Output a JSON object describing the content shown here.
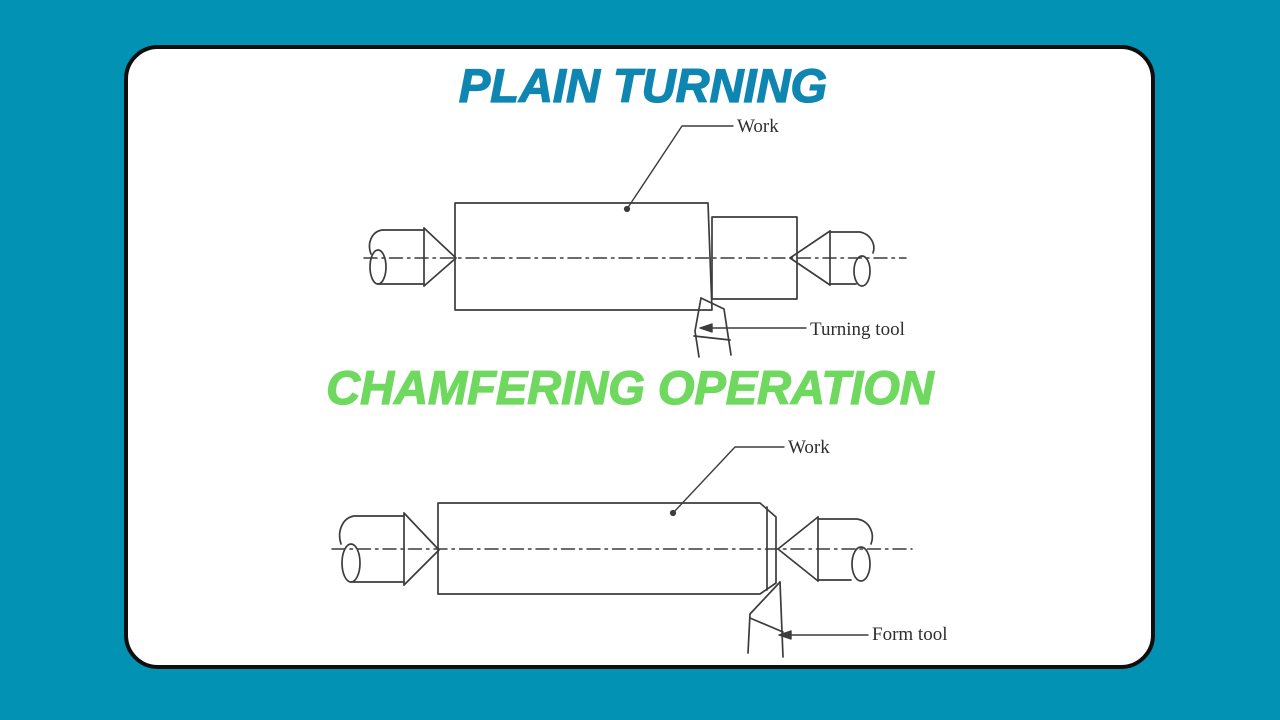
{
  "page": {
    "background_color": "#0292b4"
  },
  "card": {
    "background_color": "#ffffff",
    "border_color": "#0e0e0e"
  },
  "diagram": {
    "line_color": "#3c3c3c"
  },
  "sections": [
    {
      "title": "PLAIN TURNING",
      "title_color": "#0f86b2",
      "work_label": "Work",
      "tool_label": "Turning tool"
    },
    {
      "title": "CHAMFERING OPERATION",
      "title_color": "#6ed95e",
      "work_label": "Work",
      "tool_label": "Form tool"
    }
  ]
}
